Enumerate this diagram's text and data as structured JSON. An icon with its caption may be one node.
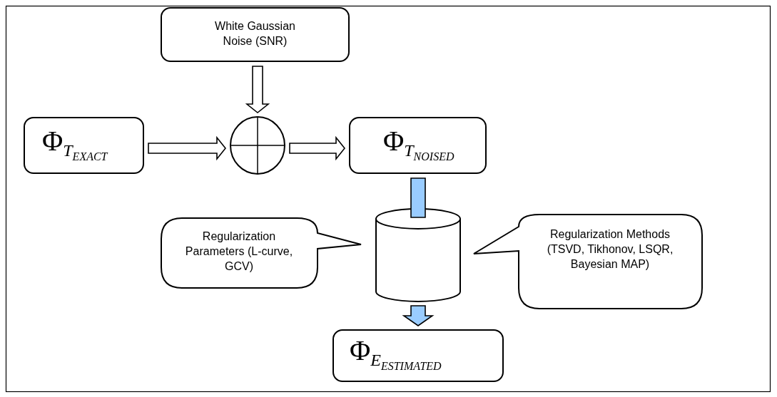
{
  "diagram": {
    "nodes": [
      {
        "text": [
          "White Gaussian Noise (SNR)"
        ]
      },
      {
        "text": [
          "Φ$_{T}$$_{EXACT}$"
        ]
      },
      {
        "text": [],
        "shape": "circle"
      },
      {
        "text": [
          "Φ$_{T}$$_{NOISED}$"
        ]
      },
      {
        "text": [],
        "shape": "cylinder"
      },
      {
        "text": [
          "Regularization Parameters (L-curve, GCV)"
        ]
      },
      {
        "text": [
          "Regularization Methods (TSVD, Tikhonov, LSQR, Bayesian MAP)"
        ]
      },
      {
        "text": [
          "Φ$_{E}$$_{ESTIMATED}$"
        ]
      }
    ],
    "edges": [
      {
        "from": 0,
        "to": 2,
        "arrow": "to"
      },
      {
        "from": 1,
        "to": 2,
        "arrow": "to"
      },
      {
        "from": 2,
        "to": 3,
        "arrow": "to"
      },
      {
        "from": 3,
        "to": 4,
        "arrow": "none",
        "style": "thick",
        "color": "#99ccff"
      },
      {
        "from": 4,
        "to": 7,
        "arrow": "to",
        "style": "thick",
        "color": "#99ccff"
      }
    ]
  }
}
